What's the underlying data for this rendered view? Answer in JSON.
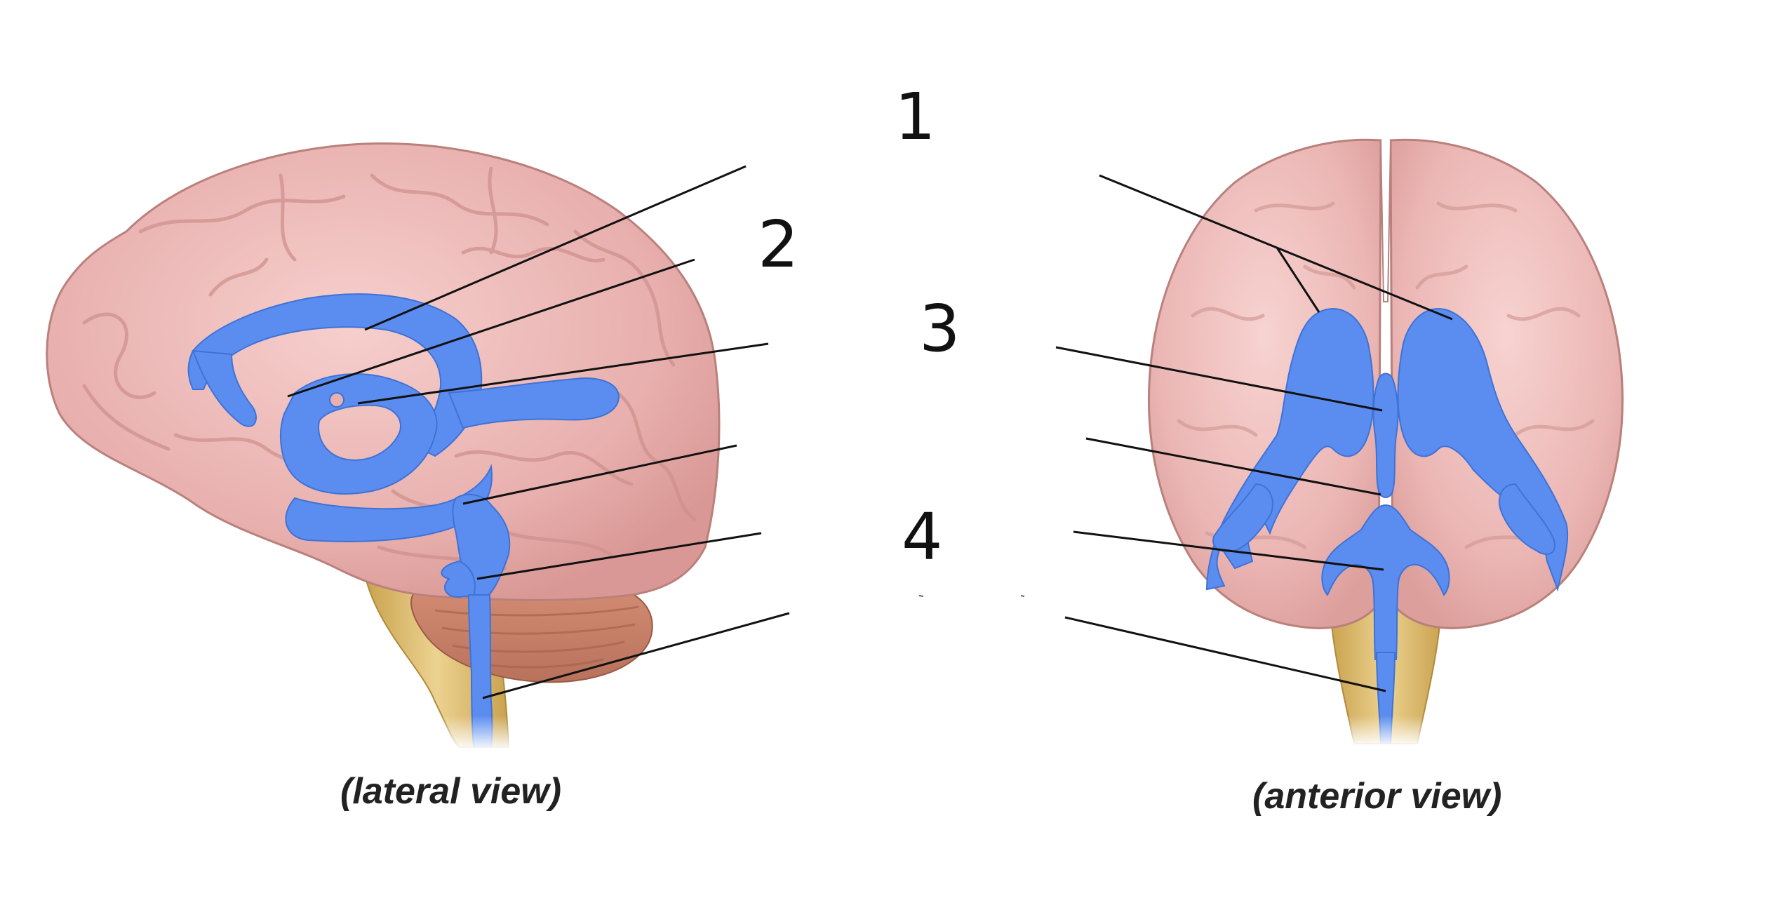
{
  "figure": {
    "numbers": [
      "1",
      "2",
      "3",
      "4"
    ],
    "captions": {
      "lateral": "(lateral view)",
      "anterior": "(anterior view)"
    }
  },
  "colors": {
    "background": "#ffffff",
    "cerebrum": "#e8b0ae",
    "cerebrum_outline": "#b9807c",
    "cerebellum": "#c9826a",
    "brainstem": "#d8bb72",
    "ventricles": "#5b8df0",
    "leader_lines": "#111111"
  }
}
